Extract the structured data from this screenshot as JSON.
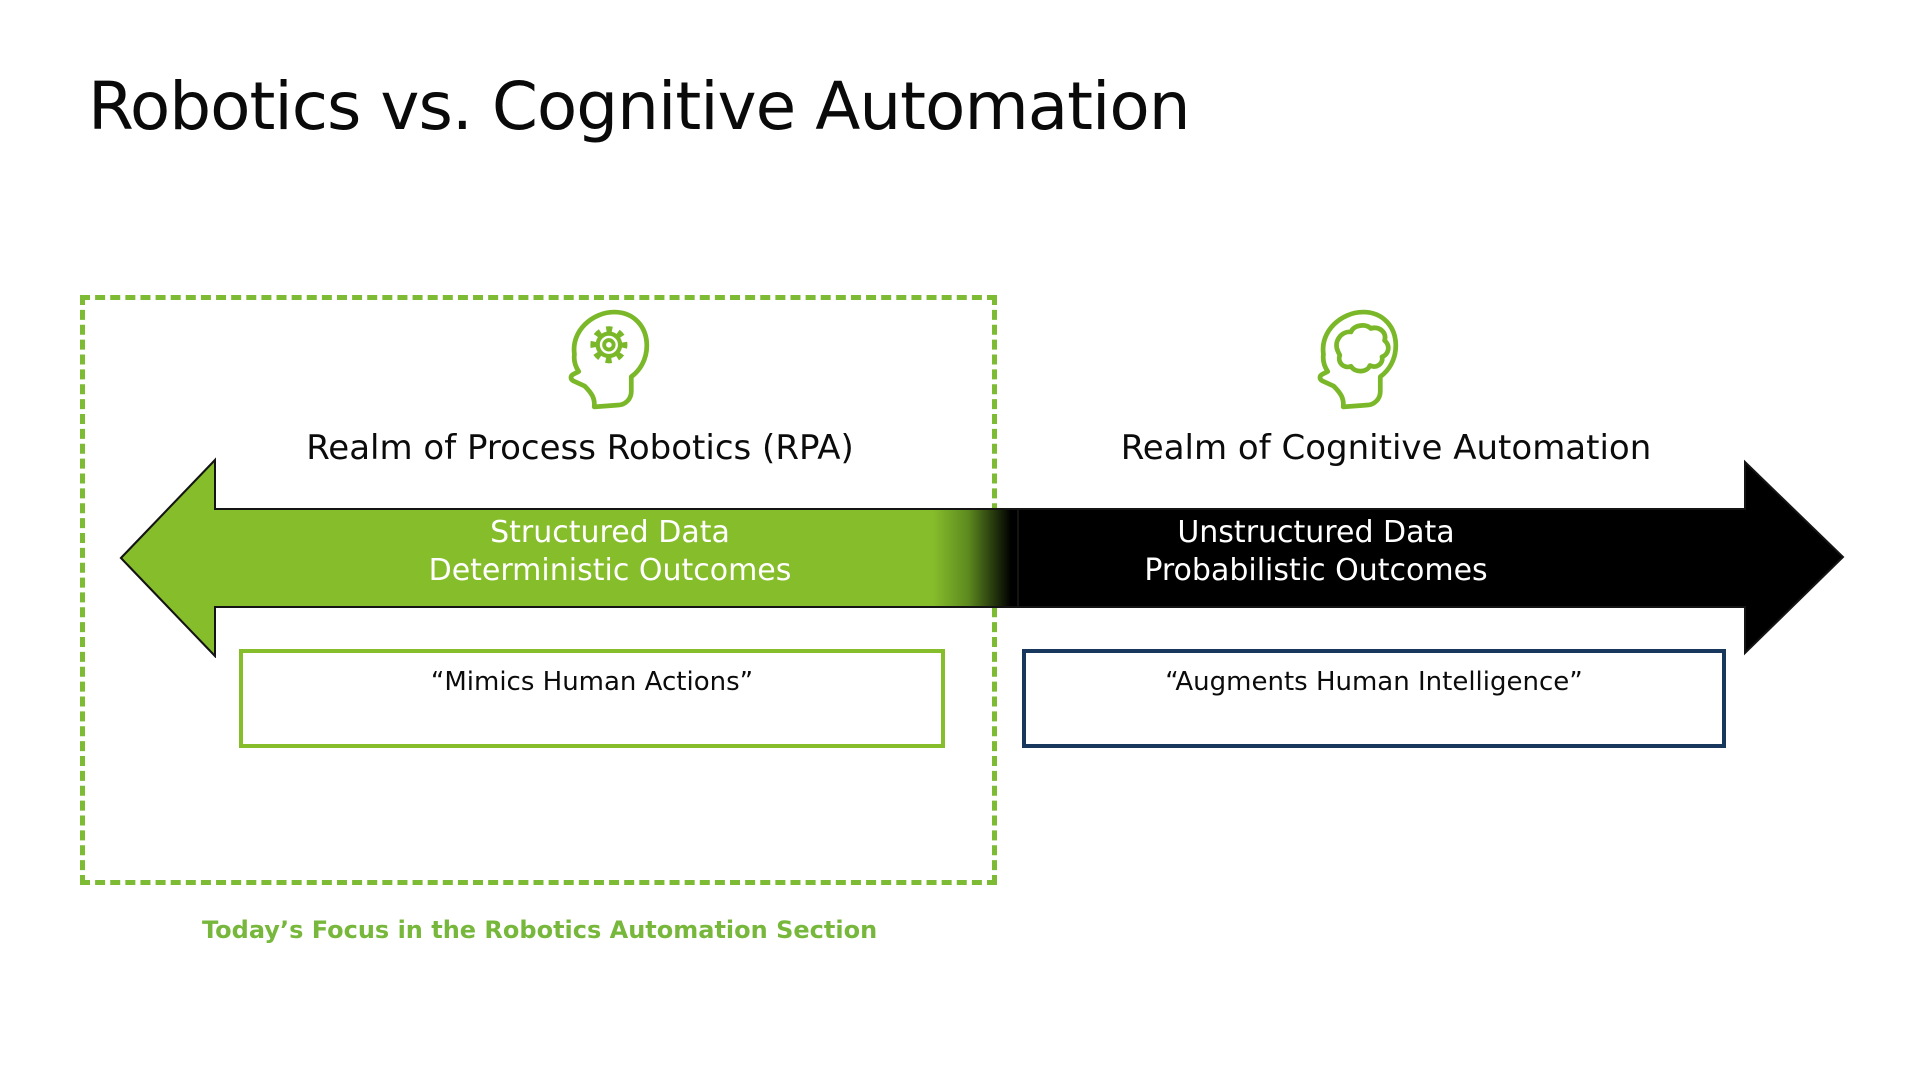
{
  "slide": {
    "title": "Robotics vs. Cognitive Automation",
    "colors": {
      "arrow_green": "#86BD2B",
      "brand_green": "#7DBB35",
      "icon_green": "#7AB82A",
      "navy": "#17375D",
      "arrow_black": "#000000",
      "text_black": "#0B0B0B",
      "arrow_text_white": "#FFFFFF"
    },
    "left_realm": {
      "icon": "head-gear-icon",
      "label": "Realm of Process Robotics (RPA)",
      "arrow_lines": [
        "Structured Data",
        "Deterministic Outcomes"
      ],
      "quote": "“Mimics Human Actions”"
    },
    "right_realm": {
      "icon": "head-brain-icon",
      "label": "Realm of Cognitive Automation",
      "arrow_lines": [
        "Unstructured Data",
        "Probabilistic Outcomes"
      ],
      "quote": "“Augments Human Intelligence”"
    },
    "caption": "Today’s Focus in the Robotics Automation Section"
  }
}
